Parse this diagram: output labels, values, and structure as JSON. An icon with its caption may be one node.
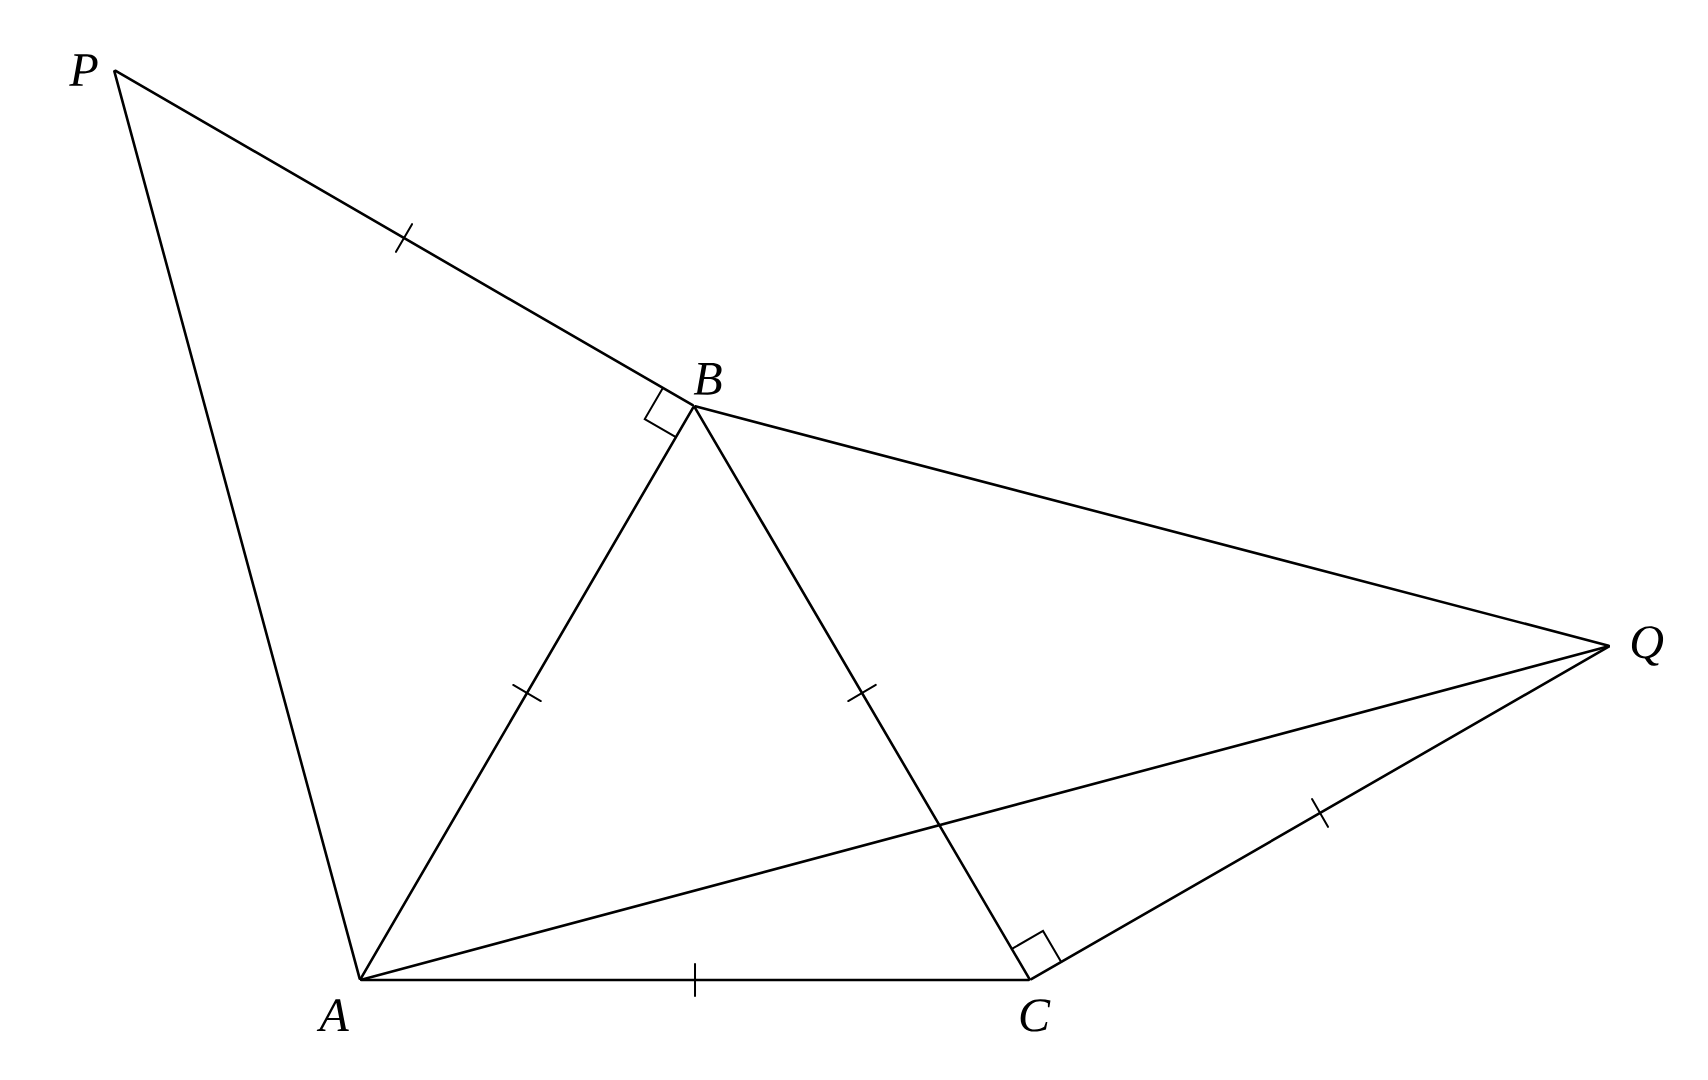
{
  "diagram": {
    "nodes": [
      {
        "text": [
          "P"
        ]
      },
      {
        "text": [
          "B"
        ]
      },
      {
        "text": [
          "Q"
        ]
      },
      {
        "text": [
          "A"
        ]
      },
      {
        "text": [
          "C"
        ]
      }
    ],
    "edges": [
      {
        "from": 0,
        "to": 1,
        "arrow": "none"
      },
      {
        "from": 0,
        "to": 3,
        "arrow": "none"
      },
      {
        "from": 1,
        "to": 3,
        "arrow": "none"
      },
      {
        "from": 1,
        "to": 4,
        "arrow": "none"
      },
      {
        "from": 1,
        "to": 2,
        "arrow": "none"
      },
      {
        "from": 3,
        "to": 4,
        "arrow": "none"
      },
      {
        "from": 3,
        "to": 2,
        "arrow": "none"
      },
      {
        "from": 4,
        "to": 2,
        "arrow": "none"
      }
    ]
  }
}
